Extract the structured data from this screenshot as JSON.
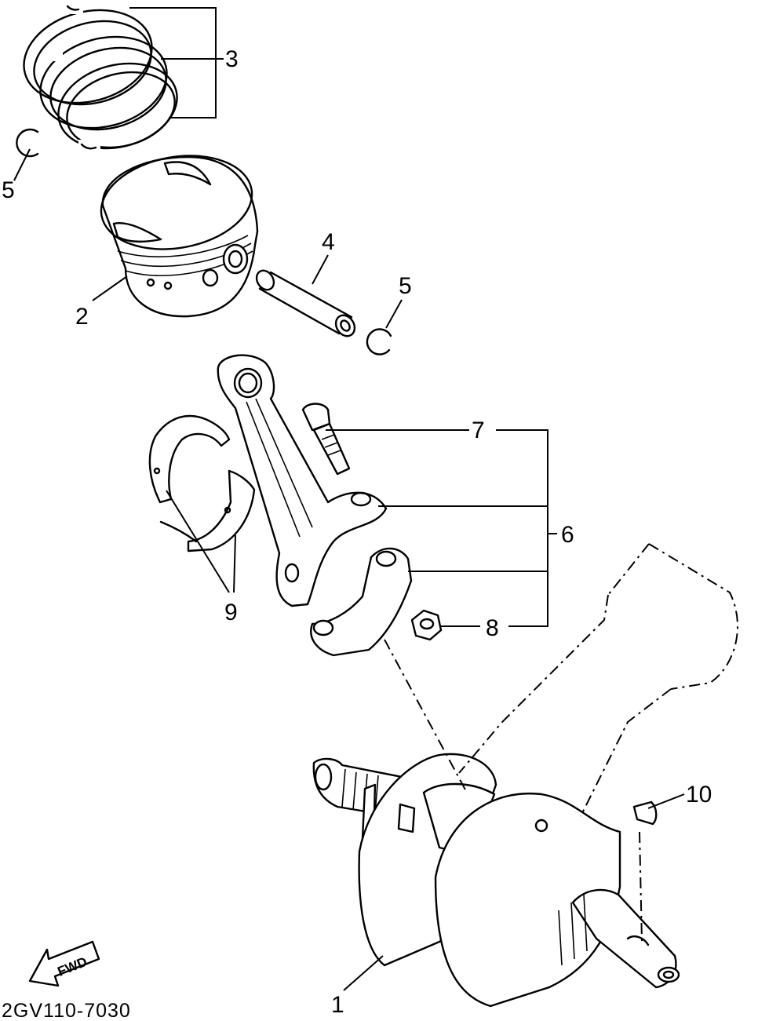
{
  "diagram_code": "2GV110-7030",
  "fwd_arrow_label": "FWD",
  "callouts": {
    "crankshaft": "1",
    "piston": "2",
    "piston_ring_set": "3",
    "piston_pin": "4",
    "circlip_left": "5",
    "circlip_right": "5",
    "connecting_rod_set": "6",
    "bolt": "7",
    "nut": "8",
    "bearings": "9",
    "key": "10"
  }
}
